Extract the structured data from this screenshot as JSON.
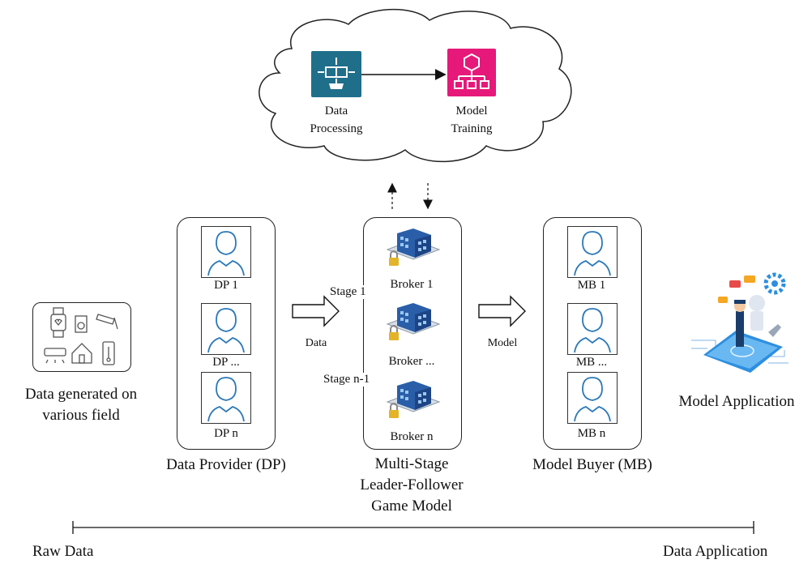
{
  "cloud": {
    "data_processing_label": [
      "Data",
      "Processing"
    ],
    "model_training_label": [
      "Model",
      "Training"
    ],
    "processing_color": "#1f6f8b",
    "training_color": "#e6197a"
  },
  "sources": {
    "caption": [
      "Data generated on",
      "various field"
    ]
  },
  "data_provider": {
    "items": [
      "DP 1",
      "DP ...",
      "DP n"
    ],
    "caption": "Data Provider (DP)"
  },
  "flow": {
    "data_label": "Data",
    "model_label": "Model"
  },
  "brokers": {
    "items": [
      "Broker 1",
      "Broker ...",
      "Broker n"
    ],
    "stages": [
      "Stage 1",
      "Stage n-1"
    ],
    "caption": [
      "Multi-Stage",
      "Leader-Follower",
      "Game Model"
    ]
  },
  "model_buyer": {
    "items": [
      "MB 1",
      "MB ...",
      "MB n"
    ],
    "caption": "Model Buyer (MB)"
  },
  "application": {
    "caption": "Model Application"
  },
  "timeline": {
    "left_label": "Raw Data",
    "right_label": "Data Application"
  }
}
